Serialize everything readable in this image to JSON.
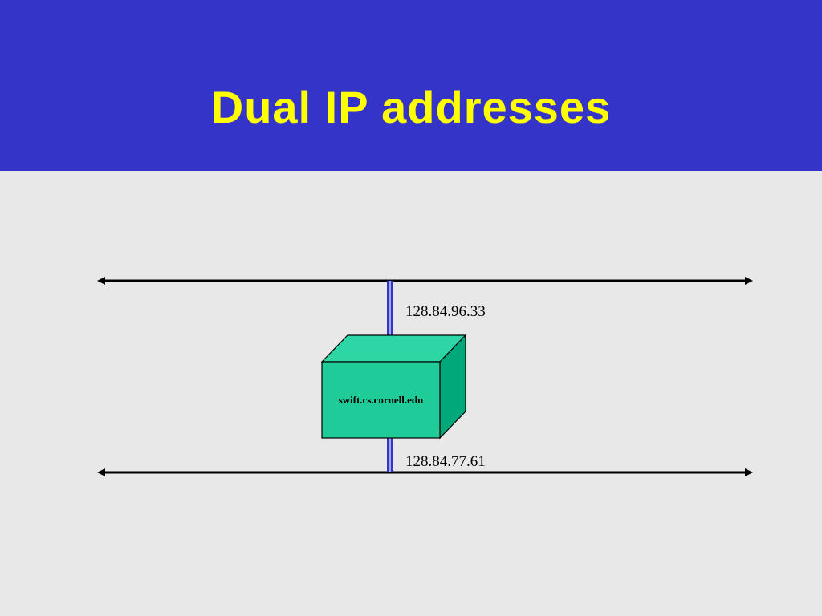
{
  "slide": {
    "title": "Dual IP addresses"
  },
  "diagram": {
    "host": {
      "label": "swift.cs.cornell.edu"
    },
    "networks": [
      {
        "address": "128.84.96.33"
      },
      {
        "address": "128.84.77.61"
      }
    ]
  },
  "colors": {
    "title_background": "#3434c9",
    "title_text": "#ffff00",
    "slide_background": "#e8e8e8",
    "box_front": "#1fcc99",
    "box_top": "#2ed6a6",
    "box_side": "#00a87a",
    "link": "#3434c9"
  }
}
